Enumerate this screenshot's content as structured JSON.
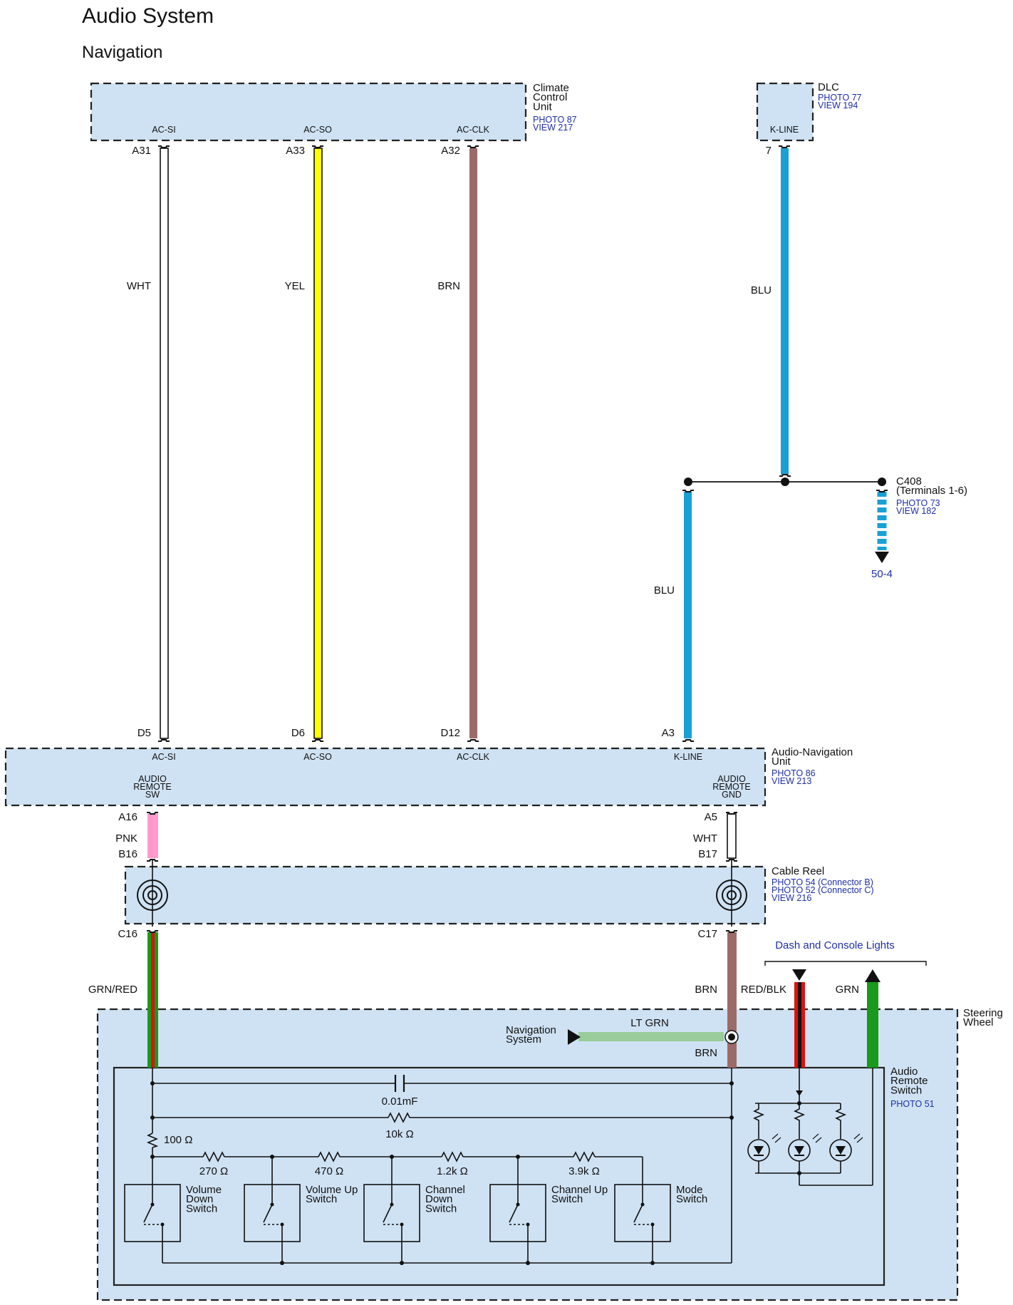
{
  "header": {
    "title": "Audio System",
    "subtitle": "Navigation"
  },
  "climate": {
    "name": "Climate\nControl\nUnit",
    "refs": "PHOTO 87\nVIEW 217",
    "terminals": [
      "AC-SI",
      "AC-SO",
      "AC-CLK"
    ],
    "pins": [
      "A31",
      "A33",
      "A32"
    ]
  },
  "dlc": {
    "name": "DLC",
    "refs": "PHOTO 77\nVIEW 194",
    "terminal": "K-LINE",
    "pin": "7"
  },
  "wires_top": {
    "wht": "WHT",
    "yel": "YEL",
    "brn": "BRN",
    "blu_a": "BLU",
    "blu_b": "BLU"
  },
  "c408": {
    "name": "C408\n(Terminals 1-6)",
    "refs": "PHOTO 73\nVIEW 182",
    "ref_link": "50-4"
  },
  "audio_nav": {
    "name": "Audio-Navigation\nUnit",
    "refs": "PHOTO 86\nVIEW 213",
    "pins_top": [
      "D5",
      "D6",
      "D12",
      "A3"
    ],
    "terminals": [
      "AC-SI",
      "AC-SO",
      "AC-CLK",
      "K-LINE"
    ],
    "remote_sw": "AUDIO\nREMOTE\nSW",
    "remote_gnd": "AUDIO\nREMOTE\nGND",
    "pin_left": "A16",
    "pin_right": "A5"
  },
  "mid_wires": {
    "pnk": "PNK",
    "wht": "WHT",
    "b16": "B16",
    "b17": "B17"
  },
  "cable_reel": {
    "name": "Cable Reel",
    "refs": "PHOTO 54 (Connector B)\nPHOTO 52 (Connector C)\nVIEW 216",
    "pin_left": "C16",
    "pin_right": "C17"
  },
  "lower_wires": {
    "grn_red": "GRN/RED",
    "brn": "BRN",
    "red_blk": "RED/BLK",
    "grn": "GRN",
    "lt_grn": "LT GRN",
    "brn2": "BRN",
    "dash": "Dash and Console Lights",
    "nav_sys": "Navigation\nSystem"
  },
  "steering": {
    "name": "Steering\nWheel"
  },
  "remote_switch": {
    "name": "Audio\nRemote\nSwitch",
    "refs": "PHOTO 51"
  },
  "components": {
    "cap": "0.01mF",
    "r10k": "10k Ω",
    "r100": "100 Ω",
    "resistors": [
      "270 Ω",
      "470 Ω",
      "1.2k Ω",
      "3.9k Ω"
    ]
  },
  "switches": [
    "Volume\nDown\nSwitch",
    "Volume Up\nSwitch",
    "Channel\nDown\nSwitch",
    "Channel Up\nSwitch",
    "Mode\nSwitch"
  ],
  "colors": {
    "wht": "#ffffff",
    "yel": "#ffff00",
    "brn": "#9c6b67",
    "blu": "#1aa0d4",
    "pnk": "#ff99cc",
    "grn": "#1a9a1a",
    "red": "#e01010",
    "ltgrn": "#99cc99",
    "box": "#cfe2f3"
  }
}
